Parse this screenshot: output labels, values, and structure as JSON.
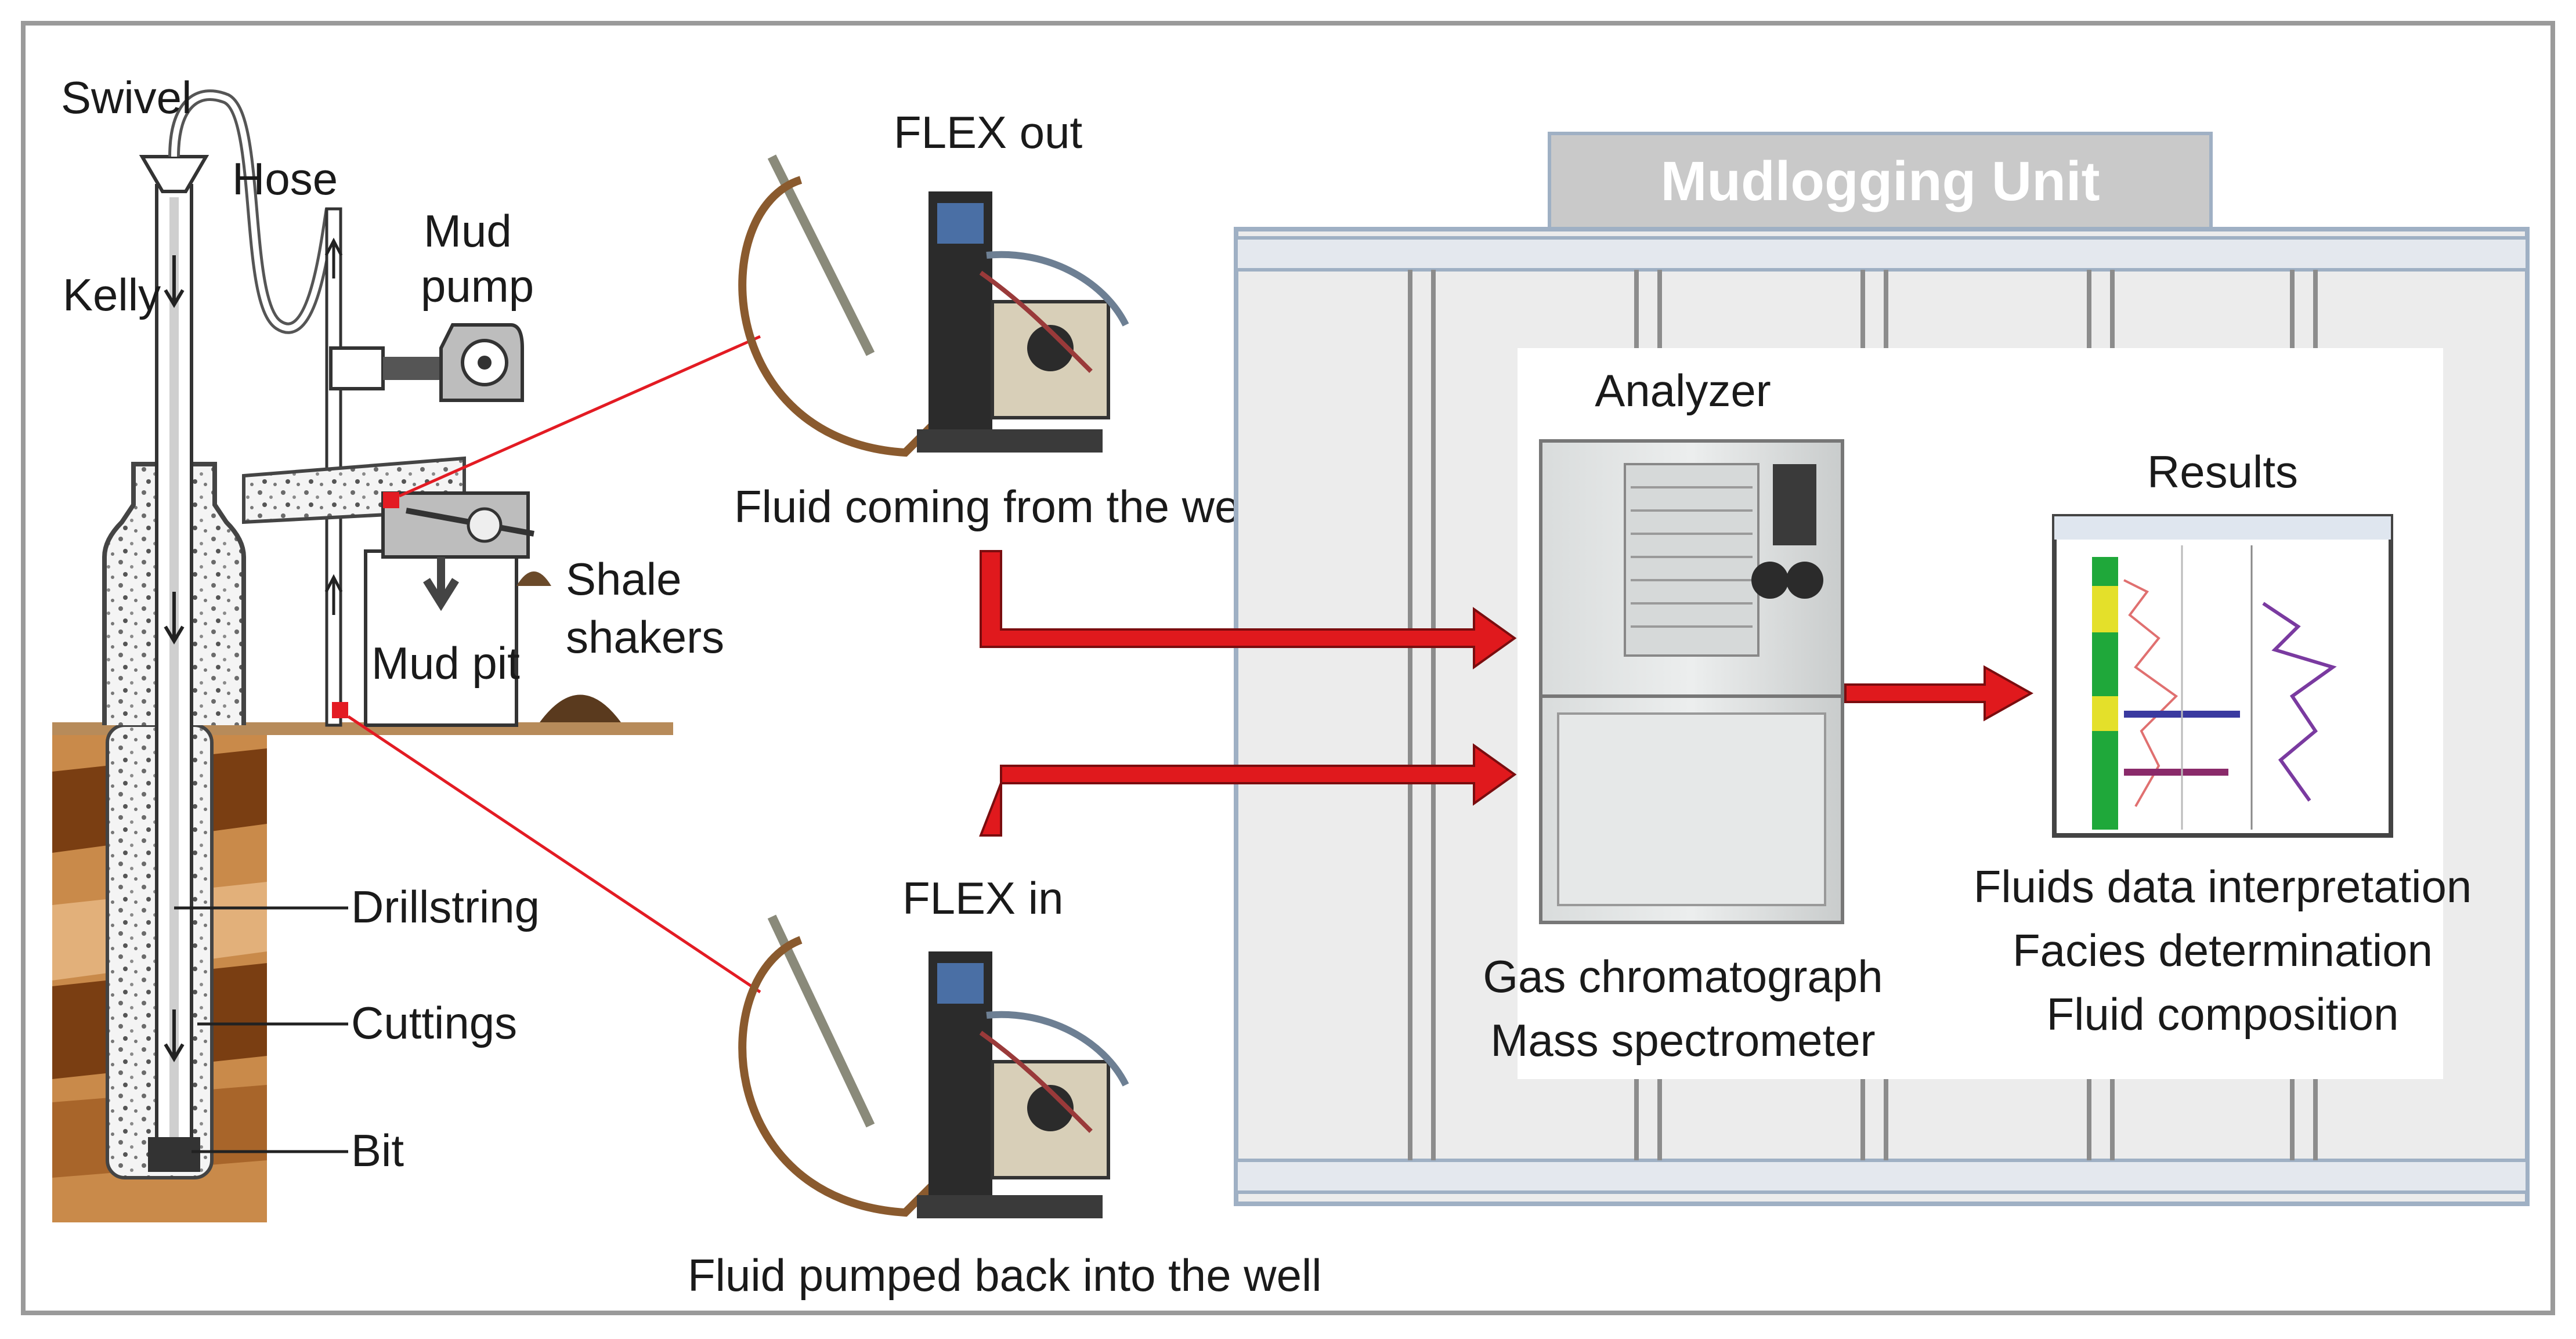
{
  "rig": {
    "labels": {
      "swivel": "Swivel",
      "hose": "Hose",
      "kelly": "Kelly",
      "mud_pump": [
        "Mud",
        "pump"
      ],
      "shale_shakers": [
        "Shale",
        "shakers"
      ],
      "mud_pit": "Mud pit",
      "drillstring": "Drillstring",
      "cuttings": "Cuttings",
      "bit": "Bit"
    }
  },
  "flex": {
    "out": {
      "title": "FLEX out",
      "caption": "Fluid coming from the well"
    },
    "in": {
      "title": "FLEX in",
      "caption": "Fluid pumped back into the well"
    }
  },
  "unit": {
    "title": "Mudlogging Unit",
    "analyzer": {
      "title": "Analyzer",
      "captions": [
        "Gas chromatograph",
        "Mass spectrometer"
      ]
    },
    "results": {
      "title": "Results",
      "captions": [
        "Fluids data interpretation",
        "Facies determination",
        "Fluid composition"
      ]
    }
  },
  "colors": {
    "arrow": "#e0191d",
    "connector": "#e31b23",
    "ground_brown": "#a8652a",
    "ground_dark": "#7a3e12",
    "unit_frame": "#9fb0c4"
  }
}
